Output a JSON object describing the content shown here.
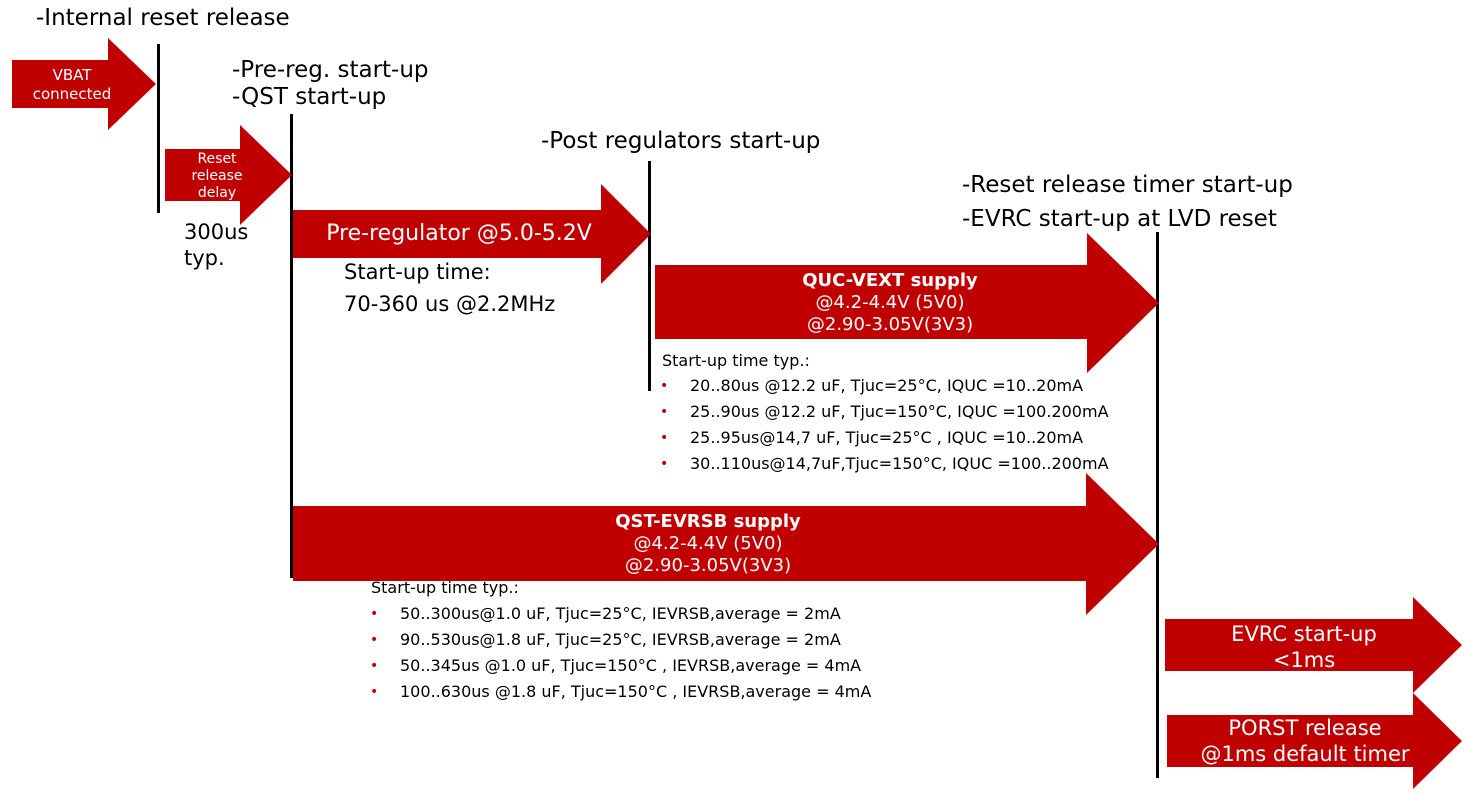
{
  "headings": {
    "internal_reset": "-Internal reset release",
    "prereg_startup": "-Pre-reg. start-up",
    "qst_startup": "-QST start-up",
    "post_regulators": "-Post regulators start-up",
    "reset_timer": "-Reset release timer start-up",
    "evrc_lvd": "-EVRC start-up at LVD reset"
  },
  "arrows": {
    "vbat": {
      "line1": "VBAT",
      "line2": "connected"
    },
    "reset_delay": {
      "line1": "Reset",
      "line2": "release",
      "line3": "delay"
    },
    "pre_regulator": {
      "label": "Pre-regulator @5.0-5.2V"
    },
    "quc_vext": {
      "title": "QUC-VEXT supply",
      "line2": "@4.2-4.4V (5V0)",
      "line3": "@2.90-3.05V(3V3)"
    },
    "qst_evrsb": {
      "title": "QST-EVRSB supply",
      "line2": "@4.2-4.4V (5V0)",
      "line3": "@2.90-3.05V(3V3)"
    },
    "evrc": {
      "line1": "EVRC start-up",
      "line2": "<1ms"
    },
    "porst": {
      "line1": "PORST release",
      "line2": "@1ms default timer"
    }
  },
  "delay_note": {
    "line1": "300us",
    "line2": "typ."
  },
  "prereg_note": {
    "line1": "Start-up time:",
    "line2": "70-360 us @2.2MHz"
  },
  "quc_note": {
    "title": "Start-up time typ.:",
    "items": [
      "20..80us @12.2 uF, Tjuc=25°C, IQUC =10..20mA",
      "25..90us @12.2 uF, Tjuc=150°C, IQUC =100.200mA",
      "25..95us@14,7 uF, Tjuc=25°C , IQUC =10..20mA",
      "30..110us@14,7uF,Tjuc=150°C, IQUC =100..200mA"
    ]
  },
  "qst_note": {
    "title": "Start-up time typ.:",
    "items": [
      "50..300us@1.0 uF, Tjuc=25°C, IEVRSB,average = 2mA",
      "90..530us@1.8 uF, Tjuc=25°C, IEVRSB,average = 2mA",
      "50..345us @1.0 uF, Tjuc=150°C , IEVRSB,average = 4mA",
      "100..630us @1.8 uF, Tjuc=150°C , IEVRSB,average = 4mA"
    ]
  },
  "bullet_glyph": "•",
  "colors": {
    "arrow": "#c00000",
    "line": "#000000",
    "bullet": "#c00000"
  }
}
